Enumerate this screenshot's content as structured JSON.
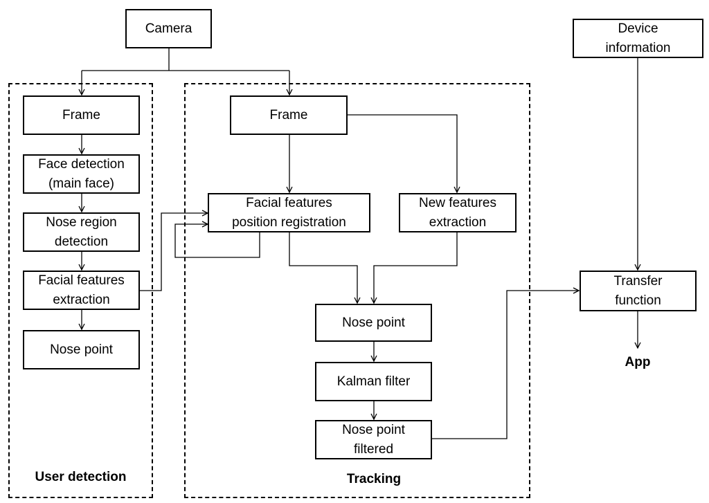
{
  "nodes": {
    "camera": "Camera",
    "device_information": "Device\ninformation",
    "ud_frame": "Frame",
    "face_detection": "Face detection\n(main face)",
    "nose_region_detection": "Nose region\ndetection",
    "facial_features_extraction": "Facial features\nextraction",
    "ud_nose_point": "Nose point",
    "tr_frame": "Frame",
    "facial_features_registration": "Facial features\nposition registration",
    "new_features_extraction": "New features\nextraction",
    "tr_nose_point": "Nose point",
    "kalman_filter": "Kalman filter",
    "nose_point_filtered": "Nose point\nfiltered",
    "transfer_function": "Transfer\nfunction"
  },
  "labels": {
    "user_detection": "User detection",
    "tracking": "Tracking",
    "app": "App"
  }
}
